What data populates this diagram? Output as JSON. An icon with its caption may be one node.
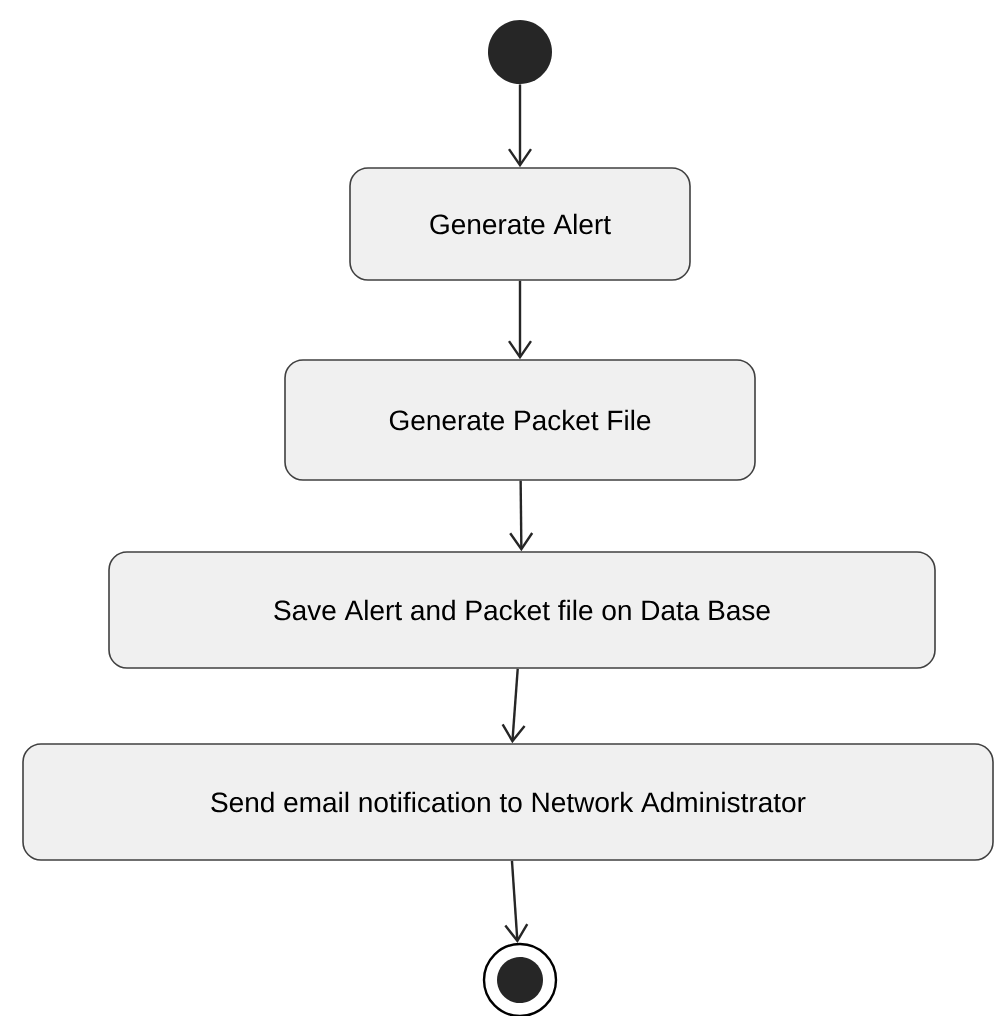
{
  "diagram": {
    "nodes": [
      {
        "text": [],
        "shape": "circle"
      },
      {
        "text": [
          "Generate Alert"
        ]
      },
      {
        "text": [
          "Generate Packet File"
        ]
      },
      {
        "text": [
          "Save Alert and Packet file on Data Base"
        ]
      },
      {
        "text": [
          "Send email notification to Network Administrator"
        ]
      },
      {
        "text": [],
        "shape": "bullseye"
      }
    ],
    "edges": [
      {
        "from": 0,
        "to": 1,
        "arrow": "to"
      },
      {
        "from": 1,
        "to": 2,
        "arrow": "to"
      },
      {
        "from": 2,
        "to": 3,
        "arrow": "to"
      },
      {
        "from": 3,
        "to": 4,
        "arrow": "to"
      },
      {
        "from": 4,
        "to": 5,
        "arrow": "to"
      }
    ]
  }
}
